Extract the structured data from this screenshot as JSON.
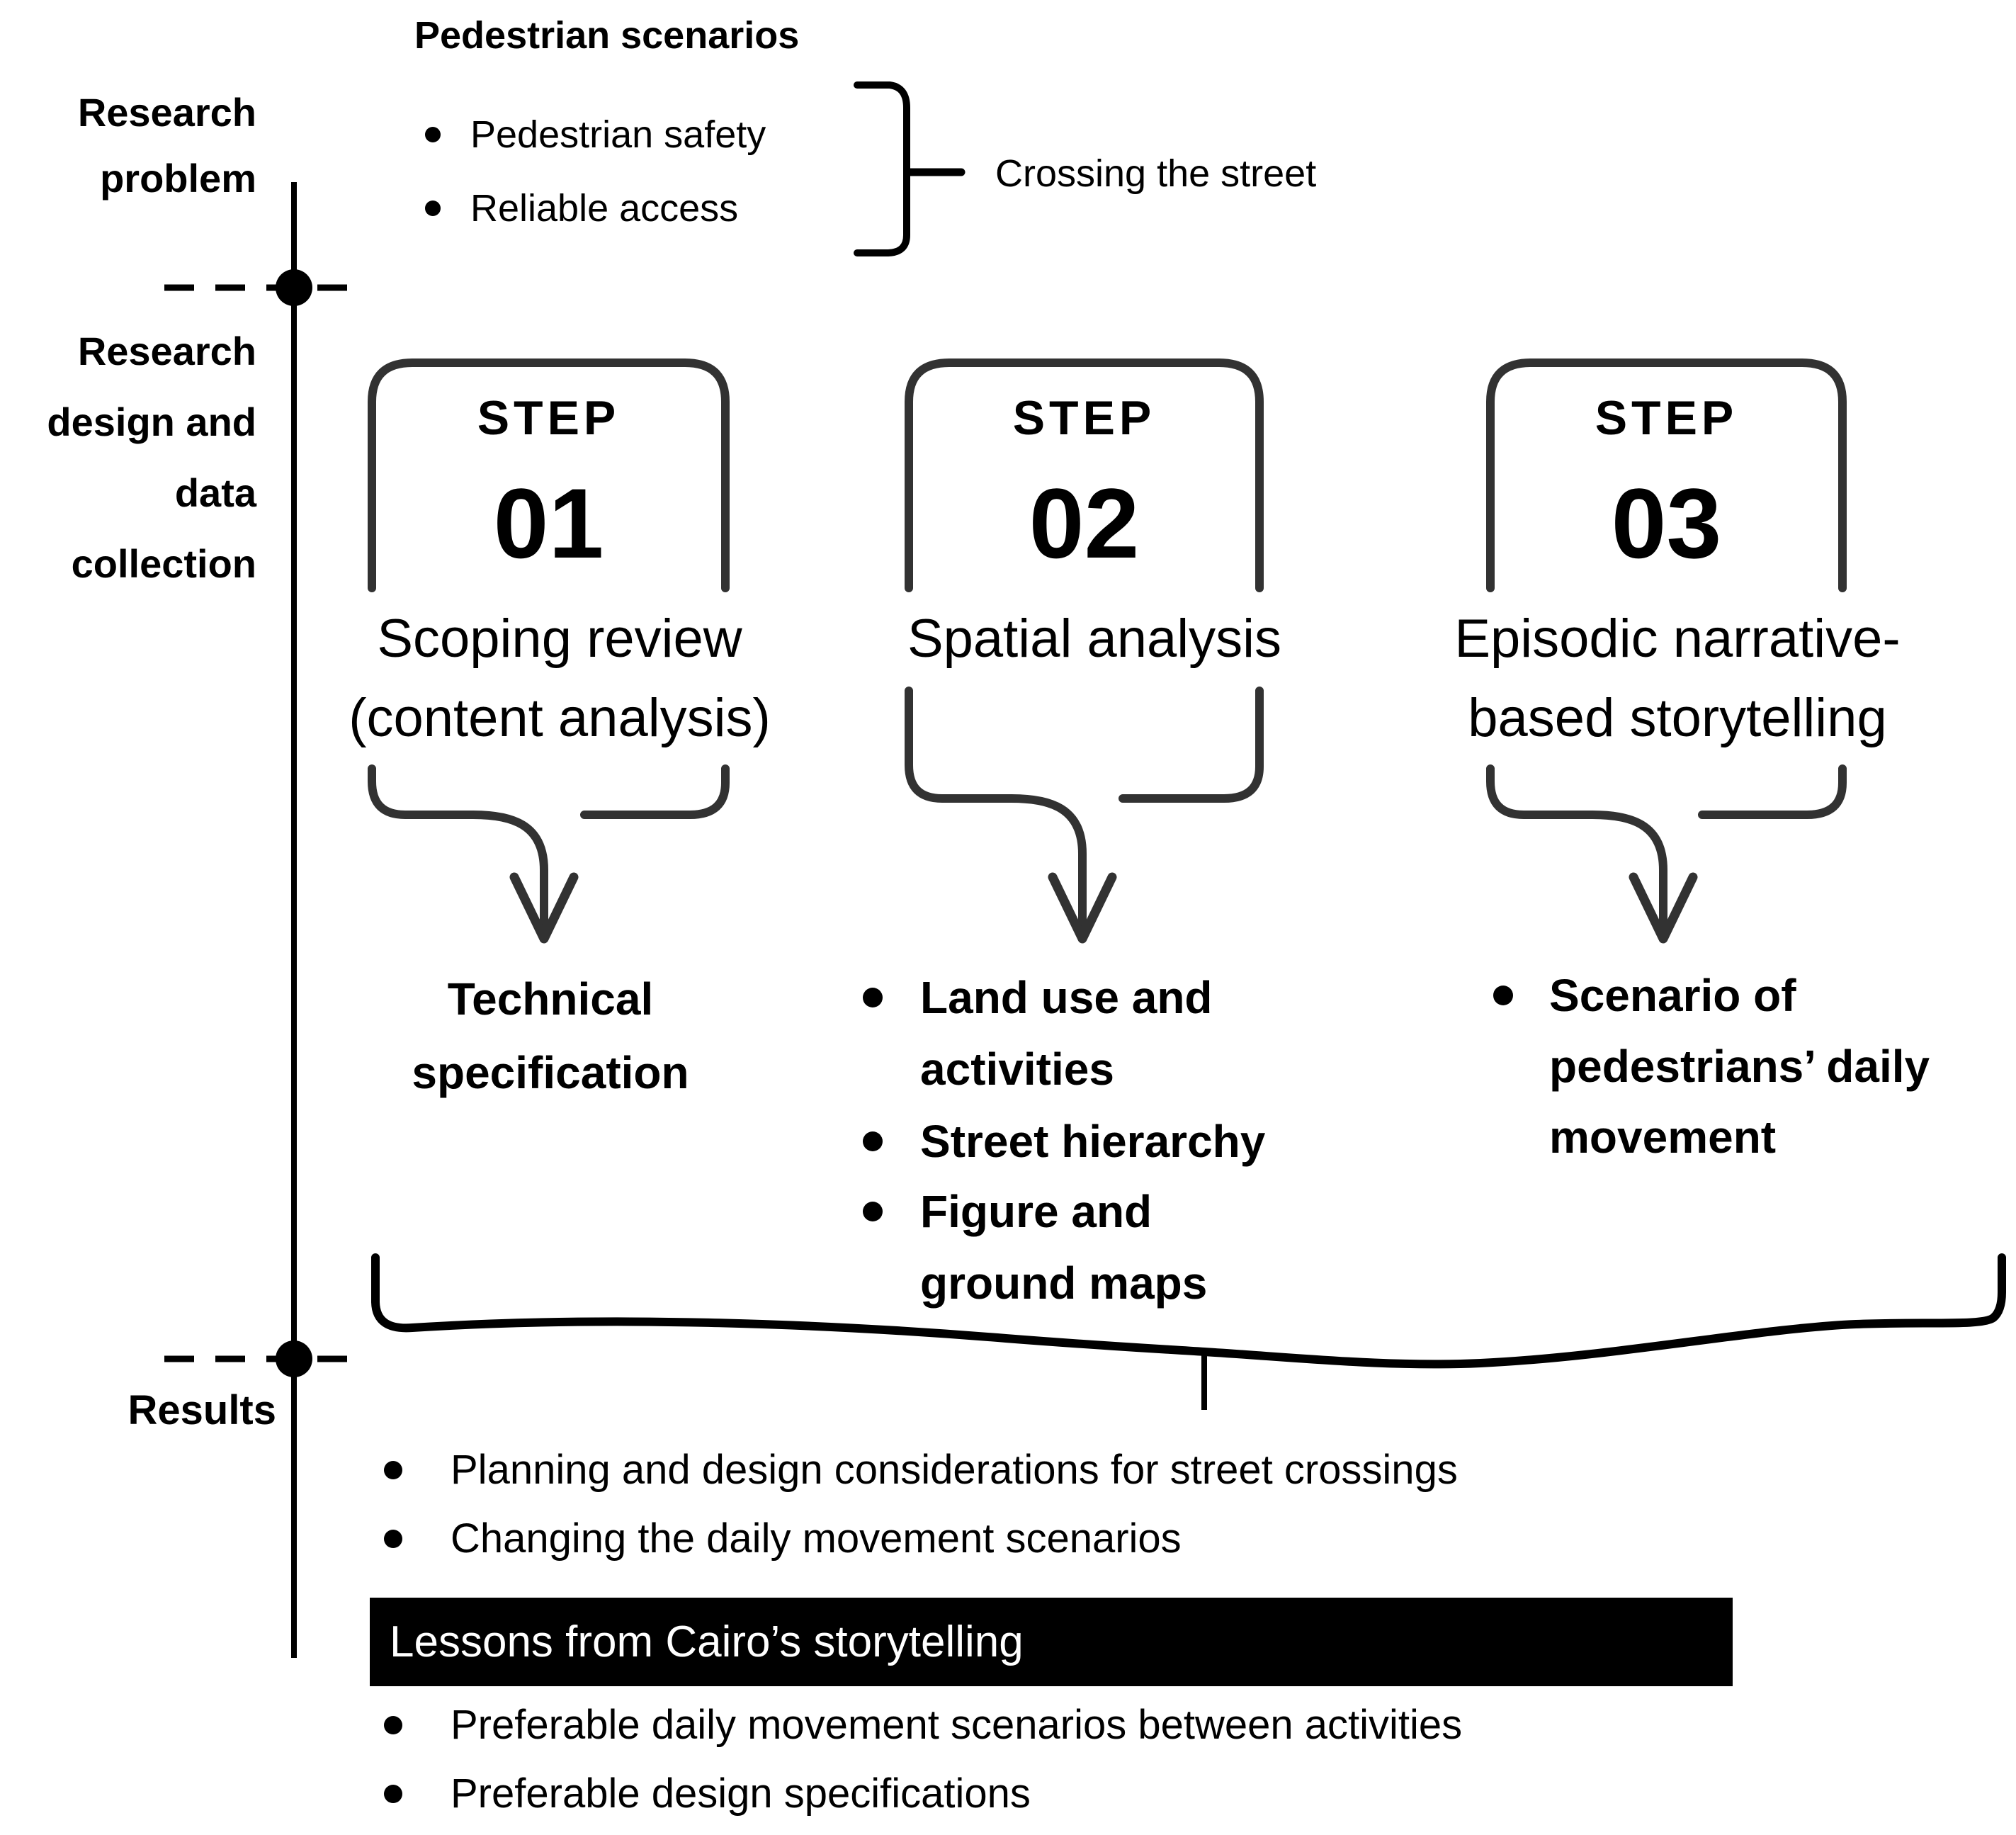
{
  "header": {
    "title": "Pedestrian scenarios",
    "bullets": [
      "Pedestrian safety",
      "Reliable access"
    ],
    "brace_label": "Crossing the street"
  },
  "timeline": {
    "phase1": "Research\nproblem",
    "phase2": "Research\ndesign and\ndata\ncollection",
    "phase3": "Results"
  },
  "steps": [
    {
      "tag": "STEP",
      "number": "01",
      "name": "Scoping review\n(content analysis)",
      "output_text": "Technical\nspecification"
    },
    {
      "tag": "STEP",
      "number": "02",
      "name": "Spatial analysis",
      "output_bullets": [
        "Land use and\nactivities",
        "Street hierarchy",
        "Figure and\nground maps"
      ]
    },
    {
      "tag": "STEP",
      "number": "03",
      "name": "Episodic narrative-\nbased storytelling",
      "output_bullets": [
        "Scenario of\npedestrians’ daily\nmovement"
      ]
    }
  ],
  "results": {
    "bullets_top": [
      "Planning and design considerations for street crossings",
      "Changing the daily movement scenarios"
    ],
    "banner": "Lessons from Cairo’s storytelling",
    "bullets_bottom": [
      "Preferable daily movement scenarios between activities",
      "Preferable design specifications"
    ]
  },
  "colors": {
    "line_black": "#000000",
    "box_stroke": "#323232",
    "banner_bg": "#000000",
    "banner_text": "#ffffff"
  }
}
